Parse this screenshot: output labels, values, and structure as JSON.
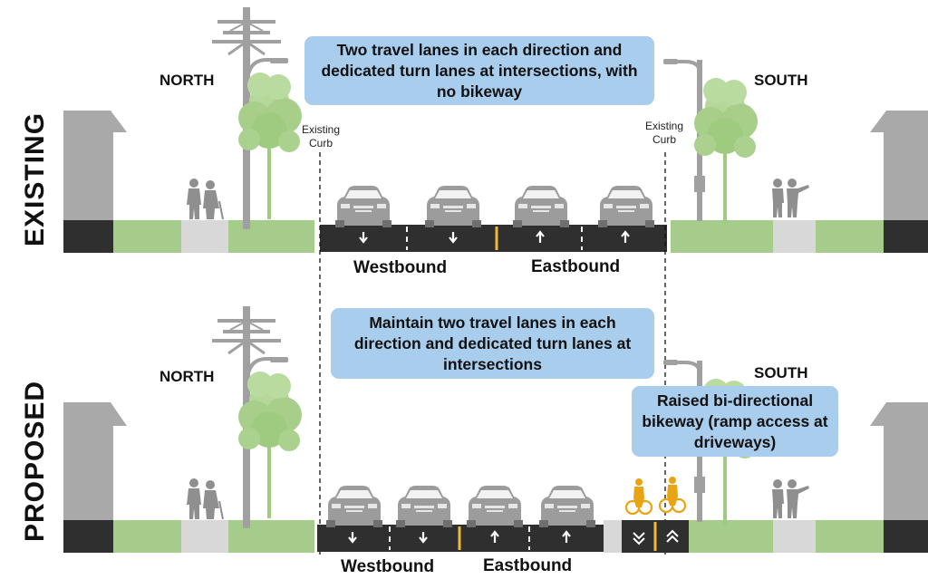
{
  "existing": {
    "section_label": "EXISTING",
    "north": "NORTH",
    "south": "SOUTH",
    "callout": "Two travel lanes in each direction and dedicated turn lanes at intersections, with no bikeway",
    "curb_left": "Existing\nCurb",
    "curb_right": "Existing\nCurb",
    "westbound": "Westbound",
    "eastbound": "Eastbound"
  },
  "proposed": {
    "section_label": "PROPOSED",
    "north": "NORTH",
    "south": "SOUTH",
    "callout": "Maintain two travel lanes in each direction and dedicated turn lanes at intersections",
    "bikeway_callout": "Raised bi-directional bikeway (ramp access at driveways)",
    "westbound": "Westbound",
    "eastbound": "Eastbound"
  },
  "colors": {
    "asphalt": "#2f2f2f",
    "planting": "#a6cc8c",
    "sidewalk": "#d8d8d8",
    "building": "#a9a9a9",
    "callout": "#a9cdec",
    "bike": "#e8a412",
    "yellow_line": "#f0b93a",
    "silhouette": "#8f8f8f",
    "tree": "#9fcb80"
  }
}
